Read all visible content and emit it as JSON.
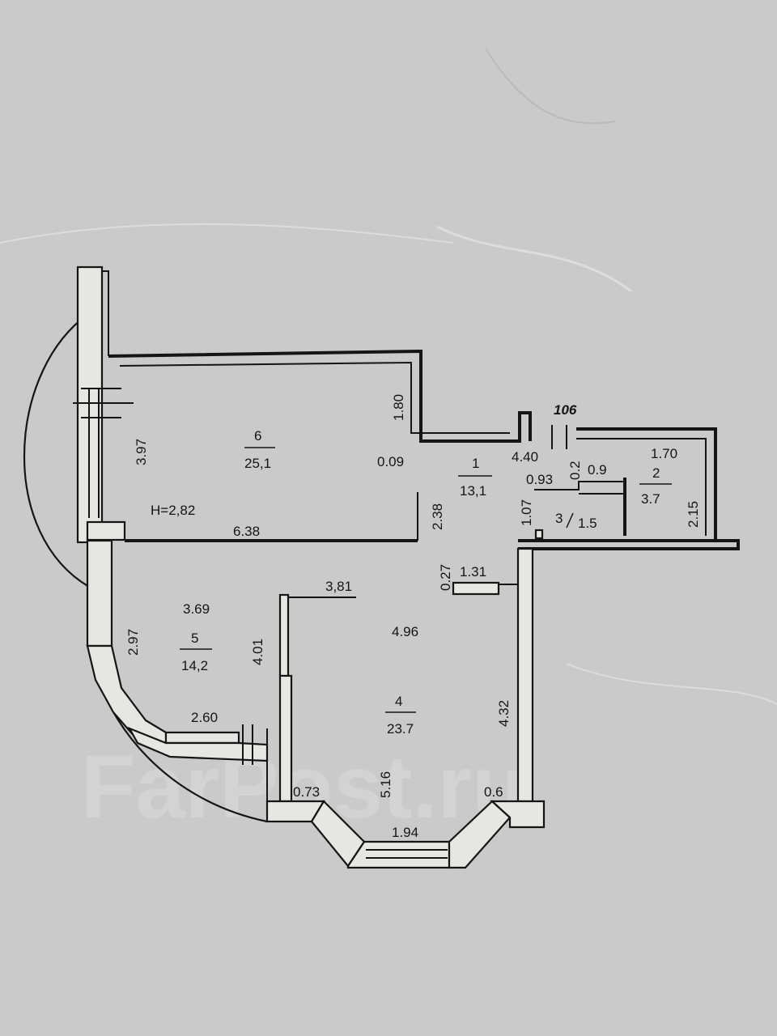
{
  "plan": {
    "height_label": "H=2,82",
    "rooms": [
      {
        "number": "6",
        "area": "25,1"
      },
      {
        "number": "1",
        "area": "13,1"
      },
      {
        "number": "2",
        "area": "3.7"
      },
      {
        "number": "3",
        "area": "1.5"
      },
      {
        "number": "4",
        "area": "23.7"
      },
      {
        "number": "5",
        "area": "14,2"
      }
    ],
    "dimensions": [
      "3.97",
      "1.80",
      "0.09",
      "2.38",
      "6.38",
      "4.40",
      "106",
      "1.70",
      "0.2",
      "0.9",
      "0.93",
      "1.07",
      "2.15",
      "0.27",
      "1.31",
      "3.69",
      "2.97",
      "4.01",
      "3,81",
      "4.96",
      "4.32",
      "2.60",
      "5.16",
      "0.73",
      "0.6",
      "1.94"
    ],
    "watermark": "FarPost.ru"
  }
}
